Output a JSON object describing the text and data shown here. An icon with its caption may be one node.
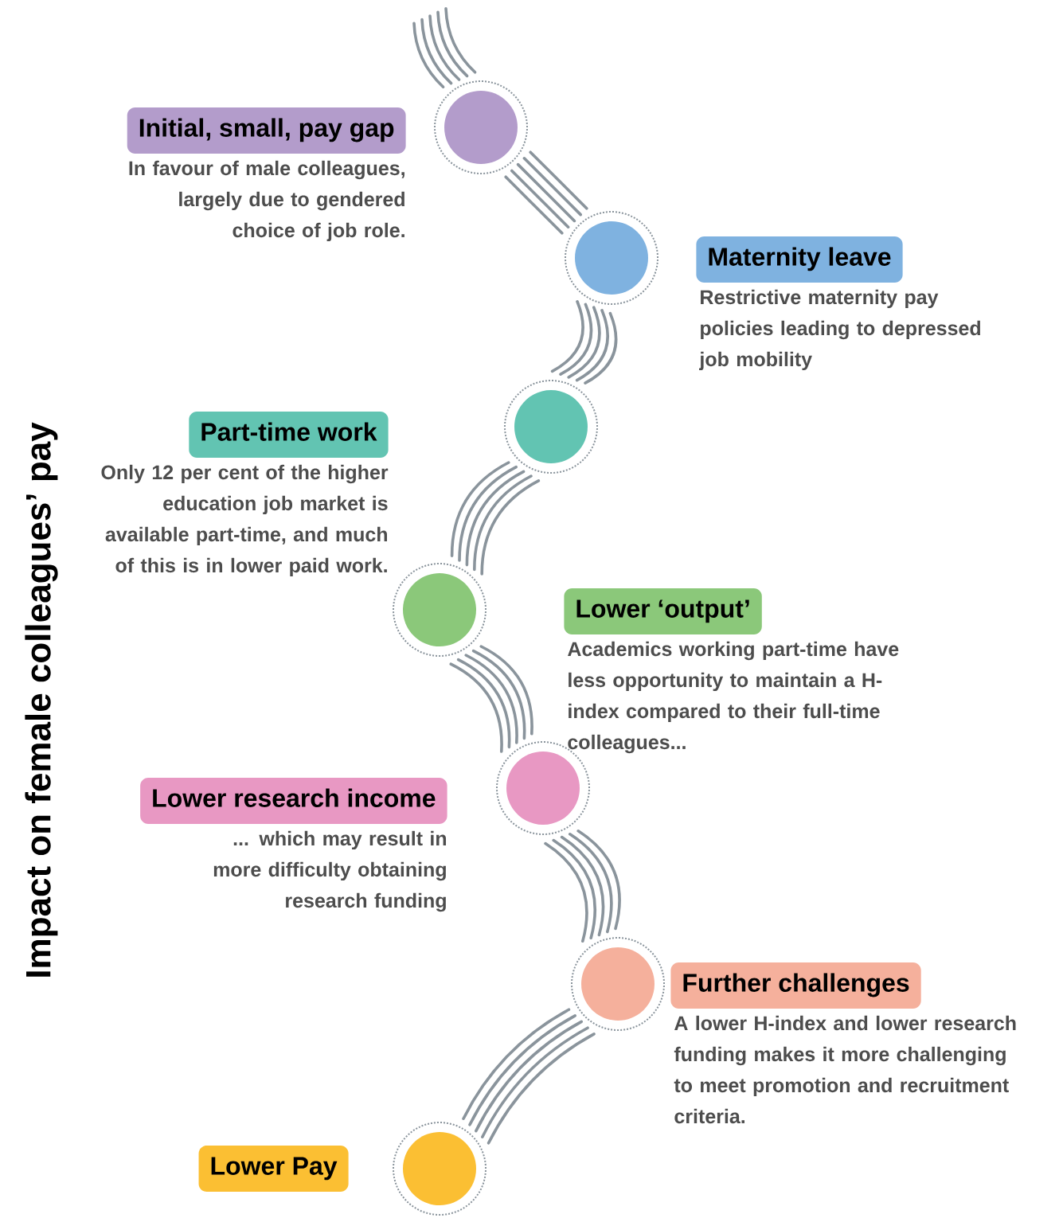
{
  "diagram": {
    "title": "Impact on female colleagues’ pay",
    "nodes": [
      {
        "text": [
          "Initial, small, pay gap"
        ],
        "beside": [
          "In favour of male colleagues, largely due to gendered choice of job role."
        ]
      },
      {
        "text": [],
        "shape": "circle"
      },
      {
        "text": [
          "Maternity leave"
        ],
        "beside": [
          "Restrictive maternity pay policies leading to depressed job mobility"
        ]
      },
      {
        "text": [],
        "shape": "circle"
      },
      {
        "text": [
          "Part-time work"
        ],
        "beside": [
          "Only 12 per cent of the higher education job market is available part-time, and much of this is in lower paid work."
        ]
      },
      {
        "text": [],
        "shape": "circle"
      },
      {
        "text": [
          "Lower ‘output’"
        ],
        "beside": [
          "Academics working part-time have less opportunity to maintain a H-index compared to their full-time colleagues..."
        ]
      },
      {
        "text": [],
        "shape": "circle"
      },
      {
        "text": [
          "Lower research income"
        ],
        "beside": [
          "... which may result in more difficulty obtaining research funding"
        ]
      },
      {
        "text": [],
        "shape": "circle"
      },
      {
        "text": [
          "Further challenges"
        ],
        "beside": [
          "A lower H-index and lower research funding makes it more challenging to meet promotion and recruitment criteria."
        ]
      },
      {
        "text": [],
        "shape": "circle"
      },
      {
        "text": [
          "Lower Pay"
        ]
      },
      {
        "text": [],
        "shape": "circle"
      }
    ],
    "edges": [
      {
        "from": null,
        "to": 1,
        "arrow": "none"
      },
      {
        "from": 1,
        "to": 3,
        "arrow": "none"
      },
      {
        "from": 3,
        "to": 5,
        "arrow": "none"
      },
      {
        "from": 5,
        "to": 7,
        "arrow": "none"
      },
      {
        "from": 7,
        "to": 9,
        "arrow": "none"
      },
      {
        "from": 9,
        "to": 11,
        "arrow": "none"
      },
      {
        "from": 11,
        "to": 13,
        "arrow": "none"
      }
    ]
  }
}
